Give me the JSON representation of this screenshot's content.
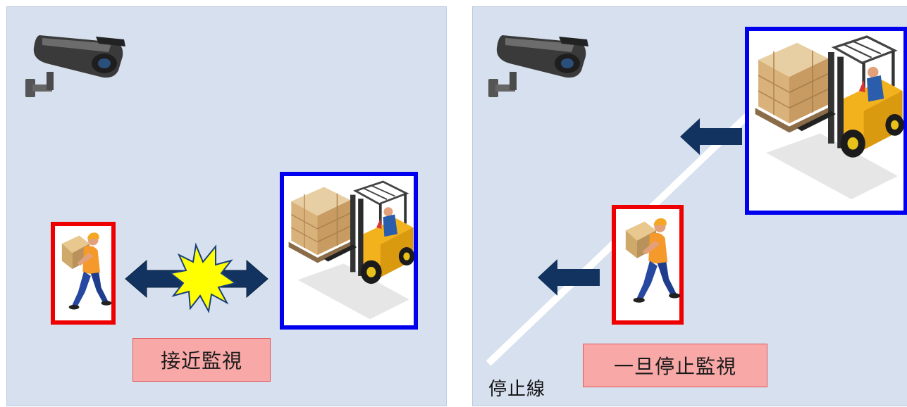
{
  "left_panel": {
    "label": "接近監視",
    "icons": [
      "camera-icon",
      "worker-icon",
      "forklift-icon",
      "double-arrow-icon",
      "collision-burst-icon"
    ]
  },
  "right_panel": {
    "label": "一旦停止監視",
    "stop_line_label": "停止線",
    "icons": [
      "camera-icon",
      "worker-icon",
      "forklift-icon",
      "left-arrow-icon"
    ]
  },
  "colors": {
    "panel_bg": "#d6e0ee",
    "person_box": "#ee0000",
    "forklift_box": "#0000ee",
    "arrow": "#12335f",
    "label_bg": "#f9a8a8",
    "burst": "#ffff00"
  }
}
